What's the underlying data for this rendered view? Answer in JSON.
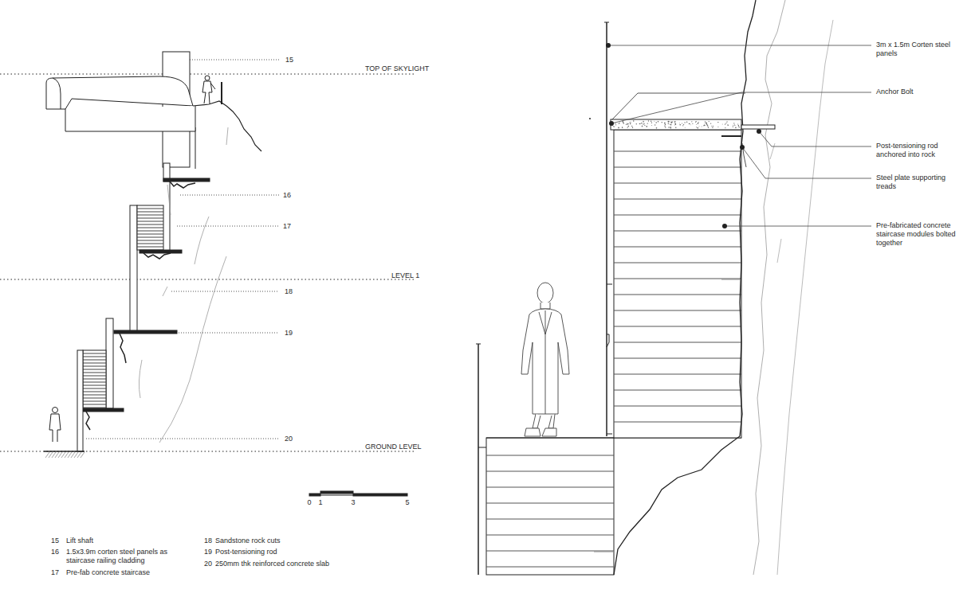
{
  "diagram": {
    "labels": [
      "15",
      "TOP OF SKYLIGHT",
      "16",
      "17",
      "LEVEL 1",
      "18",
      "19",
      "20",
      "GROUND LEVEL",
      "0",
      "1",
      "3",
      "5",
      "15",
      "Lift shaft",
      "16",
      "1.5x3.9m corten steel panels as staircase railing cladding",
      "17",
      "Pre-fab concrete staircase",
      "18",
      "Sandstone rock cuts",
      "19",
      "Post-tensioning rod",
      "20",
      "250mm thk reinforced concrete slab",
      "3m x 1.5m Corten steel panels",
      "Anchor Bolt",
      "Post-tensioning rod anchored into rock",
      "Steel plate supporting treads",
      "Pre-fabricated concrete staircase modules bolted together"
    ]
  }
}
